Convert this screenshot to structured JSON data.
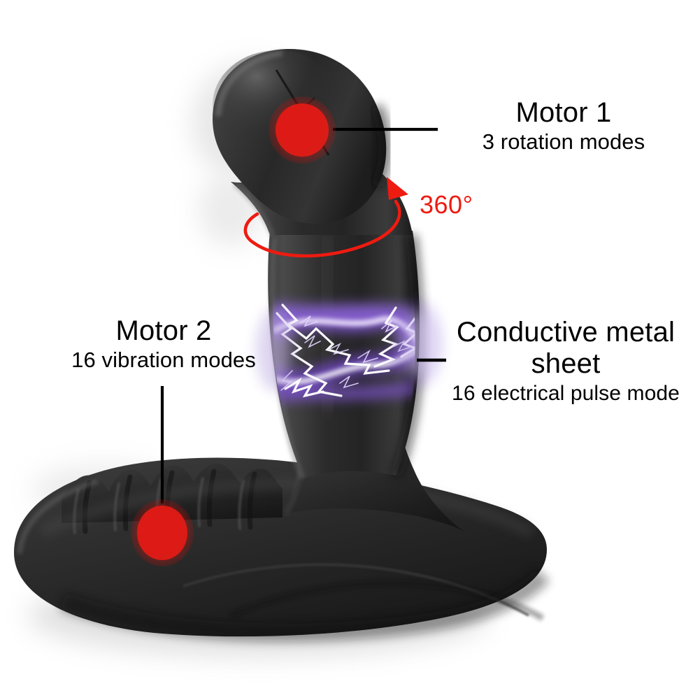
{
  "diagram": {
    "title_alt": "Prostate massager feature callout diagram",
    "background_color": "#ffffff",
    "product_color": "#2e2e2e",
    "accent_red": "#dd1a15",
    "marker_red": "#e01b16",
    "rotation_arrow_color": "#ee1b11",
    "electric_color": "#7a52c6",
    "electric_core_color": "#ffffff",
    "leader_line_color": "#000000"
  },
  "callouts": [
    {
      "id": "motor-1",
      "title": "Motor 1",
      "subtitle": "3 rotation modes",
      "marker": "red-circle",
      "leader": "horizontal-left"
    },
    {
      "id": "motor-2",
      "title": "Motor 2",
      "subtitle": "16 vibration modes",
      "marker": "red-circle",
      "leader": "vertical-down"
    },
    {
      "id": "conductive-metal-sheet",
      "title": "Conductive metal sheet",
      "subtitle": "16 electrical pulse mode",
      "marker": "electric-arc",
      "leader": "horizontal-left"
    }
  ],
  "annotations": {
    "rotation": {
      "label": "360°",
      "shape": "ellipse-arrow",
      "color": "#ee1b11"
    }
  },
  "icons": {
    "motor1_marker": "motor-indicator-icon",
    "motor2_marker": "motor-indicator-icon",
    "electric_arc": "lightning-icon",
    "rotation_arrow": "rotation-arrow-icon"
  }
}
